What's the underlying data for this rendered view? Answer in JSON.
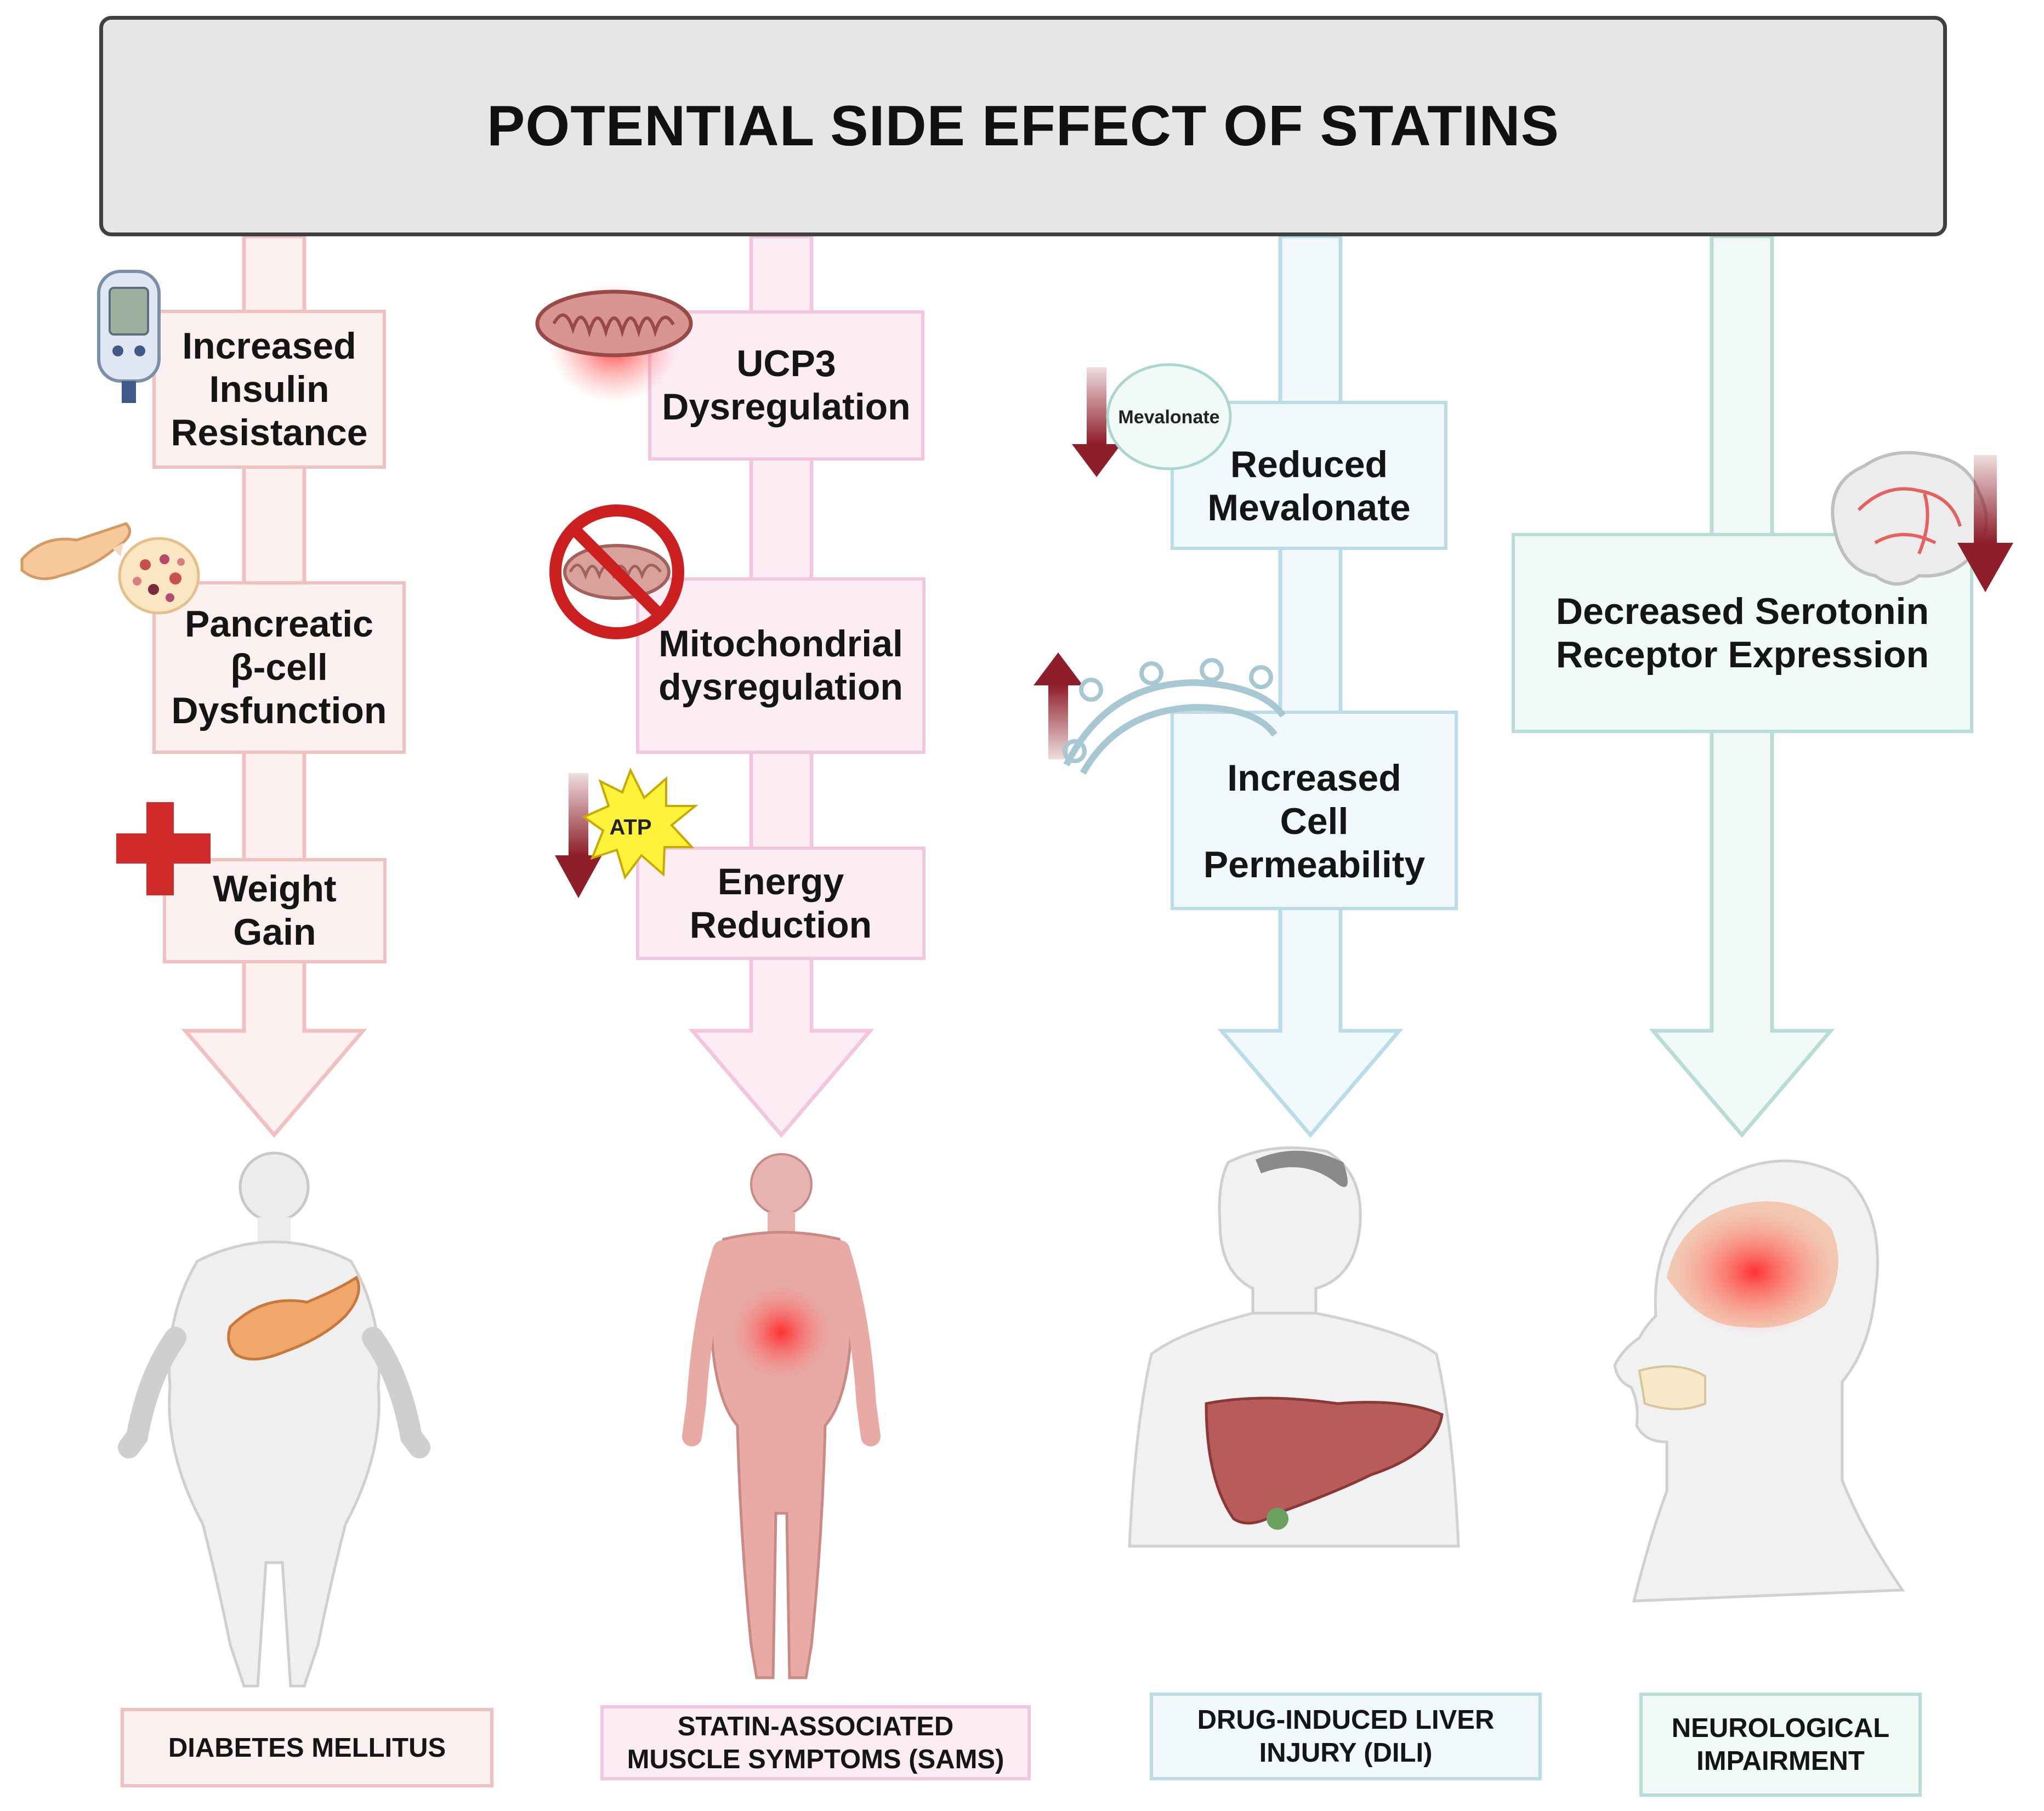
{
  "title": "POTENTIAL SIDE EFFECT OF STATINS",
  "colors": {
    "pink_fill": "#fdf0f0",
    "pink_border": "#f1c0c0",
    "magenta_fill": "#fcedf5",
    "magenta_border": "#f2c6df",
    "cyan_fill": "#f1f9fc",
    "cyan_border": "#b9dce8",
    "mint_fill": "#f2faf8",
    "mint_border": "#b9ddd6",
    "dark_red_arrow": "#8e1e2a",
    "title_fill": "#e6e6e6"
  },
  "columns": [
    {
      "steps": [
        {
          "label": "Increased\nInsulin\nResistance",
          "icon": "glucometer-icon"
        },
        {
          "label": "Pancreatic\nβ-cell\nDysfunction",
          "icon": "pancreas-cells-icon"
        },
        {
          "label": "Weight\nGain",
          "icon": "red-plus-icon"
        }
      ],
      "illustration": "obese-body-pancreas-icon",
      "outcome": "DIABETES MELLITUS"
    },
    {
      "steps": [
        {
          "label": "UCP3\nDysregulation",
          "icon": "mitochondrion-icon"
        },
        {
          "label": "Mitochondrial\ndysregulation",
          "icon": "no-mitochondrion-icon"
        },
        {
          "label": "Energy\nReduction",
          "icon": "atp-burst-icon",
          "icon_text": "ATP"
        }
      ],
      "illustration": "muscle-body-icon",
      "outcome": "STATIN-ASSOCIATED\nMUSCLE SYMPTOMS (SAMS)"
    },
    {
      "steps": [
        {
          "label": "Reduced\nMevalonate",
          "icon": "mevalonate-oval-icon",
          "icon_text": "Mevalonate"
        },
        {
          "label": "Increased\nCell\nPermeability",
          "icon": "membrane-icon"
        }
      ],
      "illustration": "torso-liver-icon",
      "outcome": "DRUG-INDUCED LIVER\nINJURY (DILI)"
    },
    {
      "steps": [
        {
          "label": "Decreased Serotonin\nReceptor Expression",
          "icon": "brain-icon"
        }
      ],
      "illustration": "head-brain-icon",
      "outcome": "NEUROLOGICAL\nIMPAIRMENT"
    }
  ]
}
